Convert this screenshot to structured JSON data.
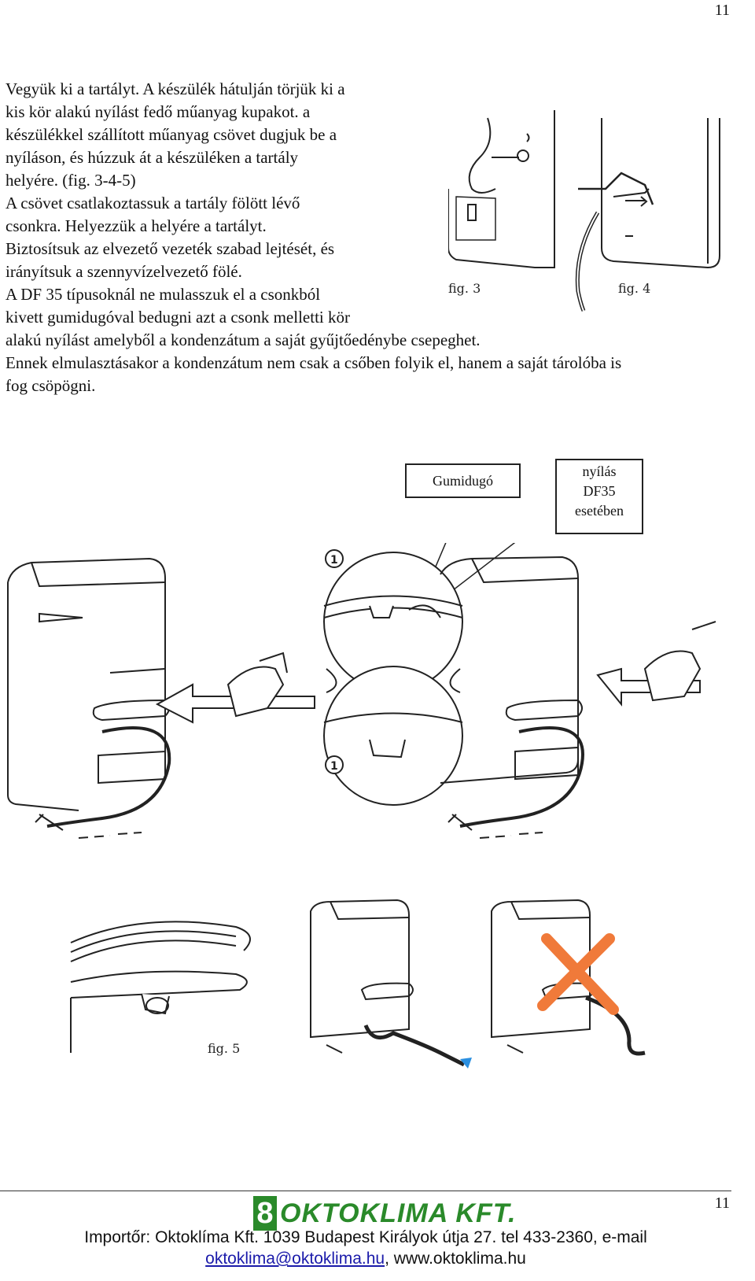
{
  "page_number": "11",
  "intro": {
    "paragraphs": [
      "Vegyük ki a tartályt. A készülék hátulján törjük ki a",
      "kis kör alakú nyílást fedő műanyag kupakot. a",
      "készülékkel szállított műanyag csövet dugjuk be a",
      "nyíláson, és húzzuk át a készüléken a tartály",
      "helyére. (fig. 3-4-5)",
      "A csövet csatlakoztassuk a tartály fölött lévő",
      "csonkra. Helyezzük a helyére a tartályt.",
      "Biztosítsuk az elvezető vezeték szabad lejtését, és",
      "irányítsuk a szennyvízelvezető fölé.",
      "A DF 35 típusoknál ne mulasszuk el a csonkból",
      "kivett gumidugóval bedugni azt a csonk melletti kör",
      "alakú nyílást amelyből a kondenzátum a saját gyűjtőedénybe csepeghet.",
      "Ennek elmulasztásakor a kondenzátum nem csak a csőben folyik el, hanem a saját tárolóba is",
      "fog csöpögni."
    ]
  },
  "figures": {
    "fig3_label": "fig. 3",
    "fig4_label": "fig. 4",
    "fig5_label": "fig. 5",
    "callout_left": "Gumidugó",
    "callout_right_1": "nyílás",
    "callout_right_2": "DF35",
    "callout_right_3": "esetében",
    "step_marker": "1"
  },
  "footer": {
    "logo_mark": "8",
    "logo_text": "OKTOKLIMA KFT.",
    "line1": "Importőr: Oktoklíma Kft. 1039 Budapest Királyok útja 27. tel 433-2360, e-mail",
    "email": "oktoklima@oktoklima.hu",
    "separator": ", ",
    "website": "www.oktoklima.hu"
  },
  "colors": {
    "logo_green": "#2a8a2a",
    "link_blue": "#1a1aaa",
    "cross_orange": "#f07a3a",
    "drop_blue": "#2a8fe0"
  }
}
